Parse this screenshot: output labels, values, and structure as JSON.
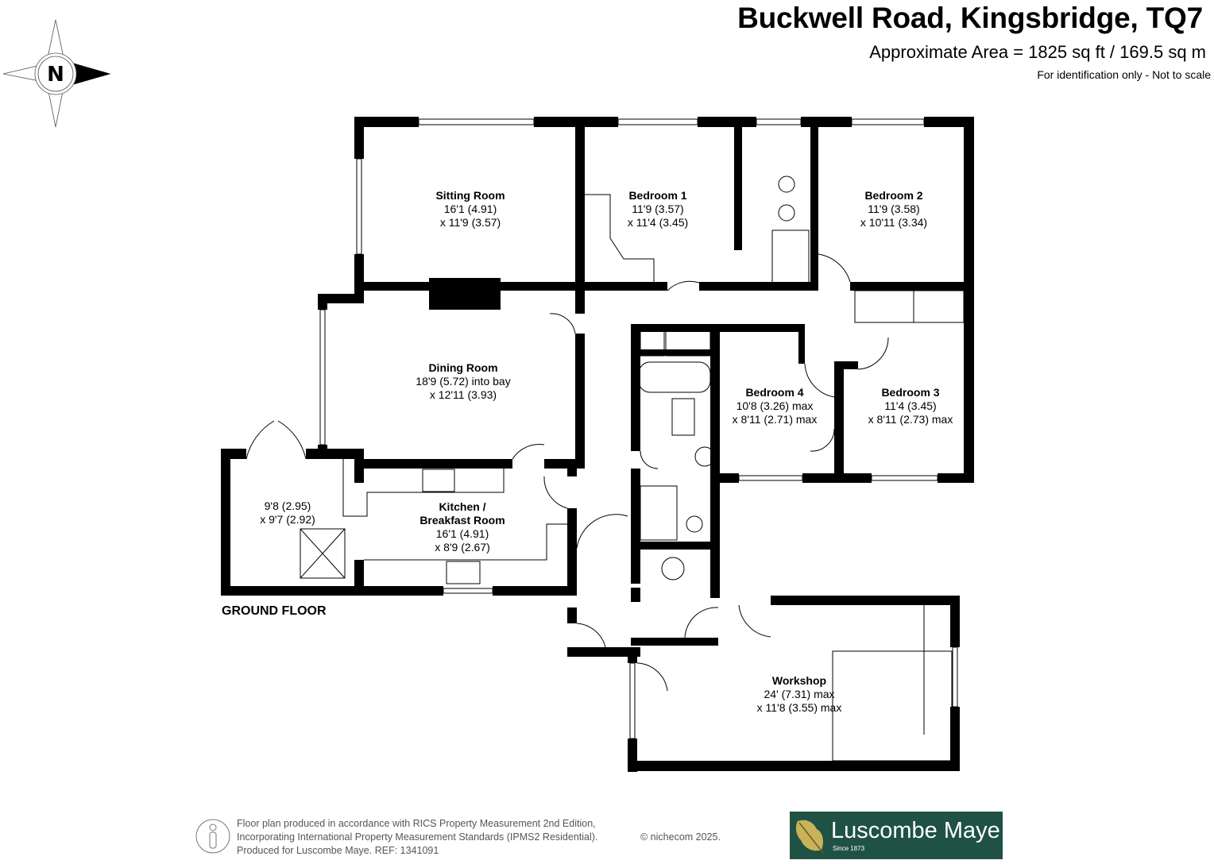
{
  "header": {
    "title": "Buckwell Road, Kingsbridge, TQ7",
    "area": "Approximate Area = 1825 sq ft / 169.5 sq m",
    "note": "For identification only - Not to scale"
  },
  "compass": {
    "letter": "N"
  },
  "floor_label": "GROUND FLOOR",
  "rooms": [
    {
      "name": "Sitting Room",
      "dim1": "16'1 (4.91)",
      "dim2": "x 11'9 (3.57)"
    },
    {
      "name": "Bedroom 1",
      "dim1": "11'9 (3.57)",
      "dim2": "x 11'4 (3.45)"
    },
    {
      "name": "Bedroom 2",
      "dim1": "11'9 (3.58)",
      "dim2": "x 10'11 (3.34)"
    },
    {
      "name": "Dining Room",
      "dim1": "18'9 (5.72) into bay",
      "dim2": "x 12'11 (3.93)"
    },
    {
      "name": "Bedroom 4",
      "dim1": "10'8 (3.26) max",
      "dim2": "x 8'11 (2.71) max"
    },
    {
      "name": "Bedroom 3",
      "dim1": "11'4 (3.45)",
      "dim2": "x 8'11 (2.73) max"
    },
    {
      "name": "",
      "dim1": "9'8 (2.95)",
      "dim2": "x 9'7 (2.92)"
    },
    {
      "name": "Kitchen /",
      "name2": "Breakfast Room",
      "dim1": "16'1 (4.91)",
      "dim2": "x 8'9 (2.67)"
    },
    {
      "name": "Workshop",
      "dim1": "24' (7.31) max",
      "dim2": "x 11'8 (3.55) max"
    }
  ],
  "footer": {
    "line1": "Floor plan produced in accordance with RICS Property Measurement 2nd Edition,",
    "line2": "Incorporating International Property Measurement Standards (IPMS2 Residential).",
    "line3": "Produced for Luscombe Maye.   REF: 1341091",
    "copyright": "© nichecom 2025."
  },
  "logo": {
    "name": "Luscombe Maye",
    "since": "Since 1873",
    "color": "#1f5245"
  }
}
